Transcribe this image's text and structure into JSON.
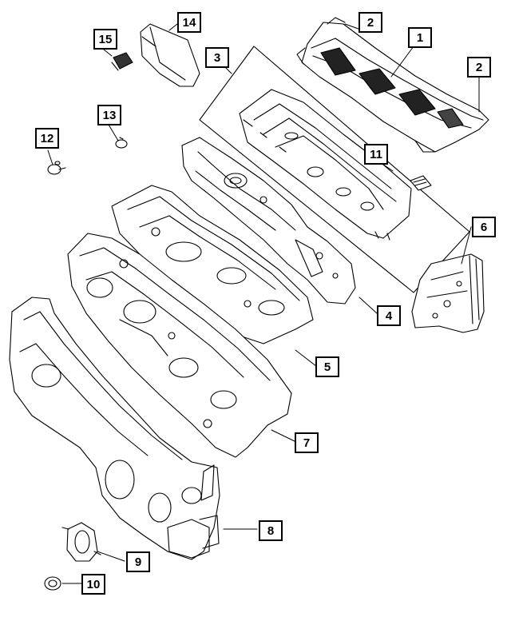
{
  "diagram": {
    "type": "exploded-parts-diagram",
    "line_color": "#000000",
    "background": "#ffffff",
    "callouts": [
      {
        "id": "1",
        "label": "1"
      },
      {
        "id": "2a",
        "label": "2"
      },
      {
        "id": "2b",
        "label": "2"
      },
      {
        "id": "3",
        "label": "3"
      },
      {
        "id": "4",
        "label": "4"
      },
      {
        "id": "5",
        "label": "5"
      },
      {
        "id": "6",
        "label": "6"
      },
      {
        "id": "7",
        "label": "7"
      },
      {
        "id": "8",
        "label": "8"
      },
      {
        "id": "9",
        "label": "9"
      },
      {
        "id": "10",
        "label": "10"
      },
      {
        "id": "11",
        "label": "11"
      },
      {
        "id": "12",
        "label": "12"
      },
      {
        "id": "13",
        "label": "13"
      },
      {
        "id": "14",
        "label": "14"
      },
      {
        "id": "15",
        "label": "15"
      }
    ]
  }
}
